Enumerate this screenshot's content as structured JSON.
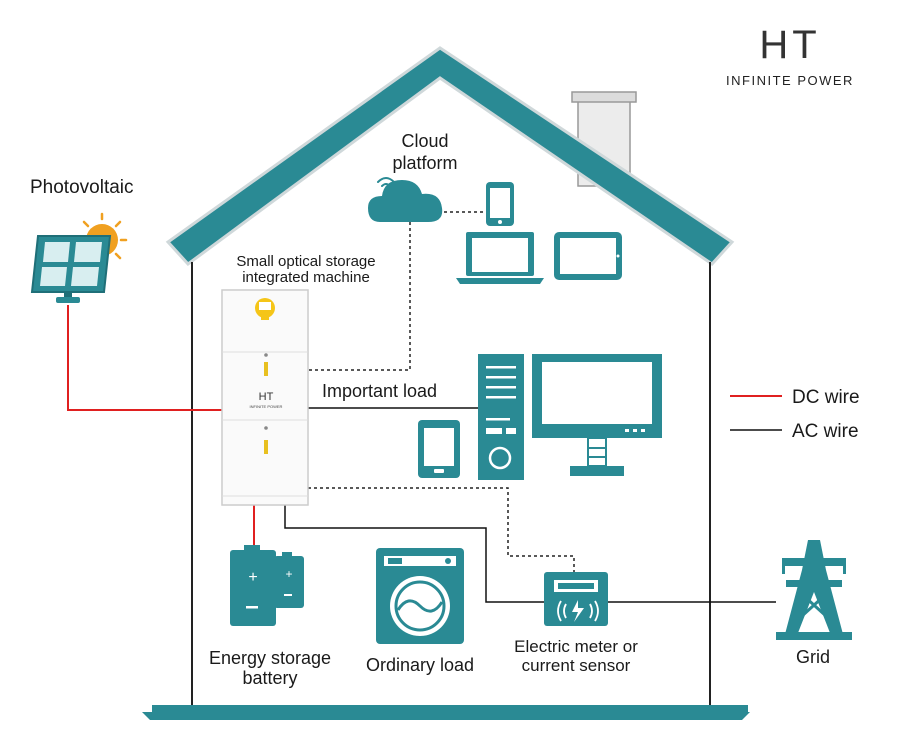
{
  "brand": {
    "logo_text": "HT",
    "tagline": "INFINITE POWER"
  },
  "labels": {
    "photovoltaic": "Photovoltaic",
    "cloud_line1": "Cloud",
    "cloud_line2": "platform",
    "machine_line1": "Small optical storage",
    "machine_line2": "integrated machine",
    "important_load": "Important load",
    "battery_line1": "Energy storage",
    "battery_line2": "battery",
    "ordinary_load": "Ordinary load",
    "meter_line1": "Electric meter or",
    "meter_line2": "current sensor",
    "grid": "Grid"
  },
  "legend": {
    "dc": "DC wire",
    "ac": "AC wire"
  },
  "machine": {
    "logo": "HT",
    "brand_small": "INFINITE POWER"
  },
  "colors": {
    "teal": "#2a8a94",
    "teal_dark": "#1f6f78",
    "dc_wire": "#e02020",
    "ac_wire": "#111111",
    "sun": "#f0a020"
  }
}
